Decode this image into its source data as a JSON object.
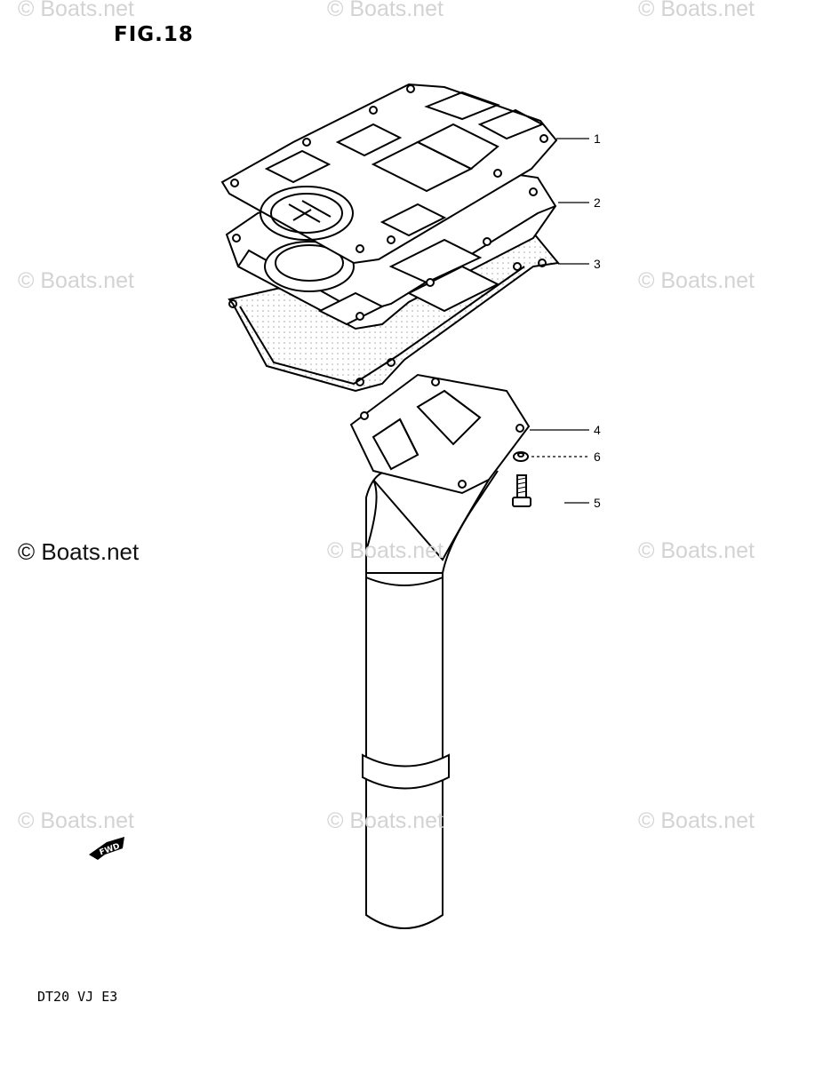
{
  "figure": {
    "title": "FIG.18",
    "model_code": "DT20 VJ E3"
  },
  "watermark": {
    "text": "© Boats.net",
    "main_text": "© Boats.net"
  },
  "callouts": [
    "1",
    "2",
    "3",
    "4",
    "6",
    "5"
  ],
  "fwd_label": "FWD",
  "colors": {
    "line": "#000000",
    "watermark": "#d3d3d3",
    "background": "#ffffff"
  }
}
